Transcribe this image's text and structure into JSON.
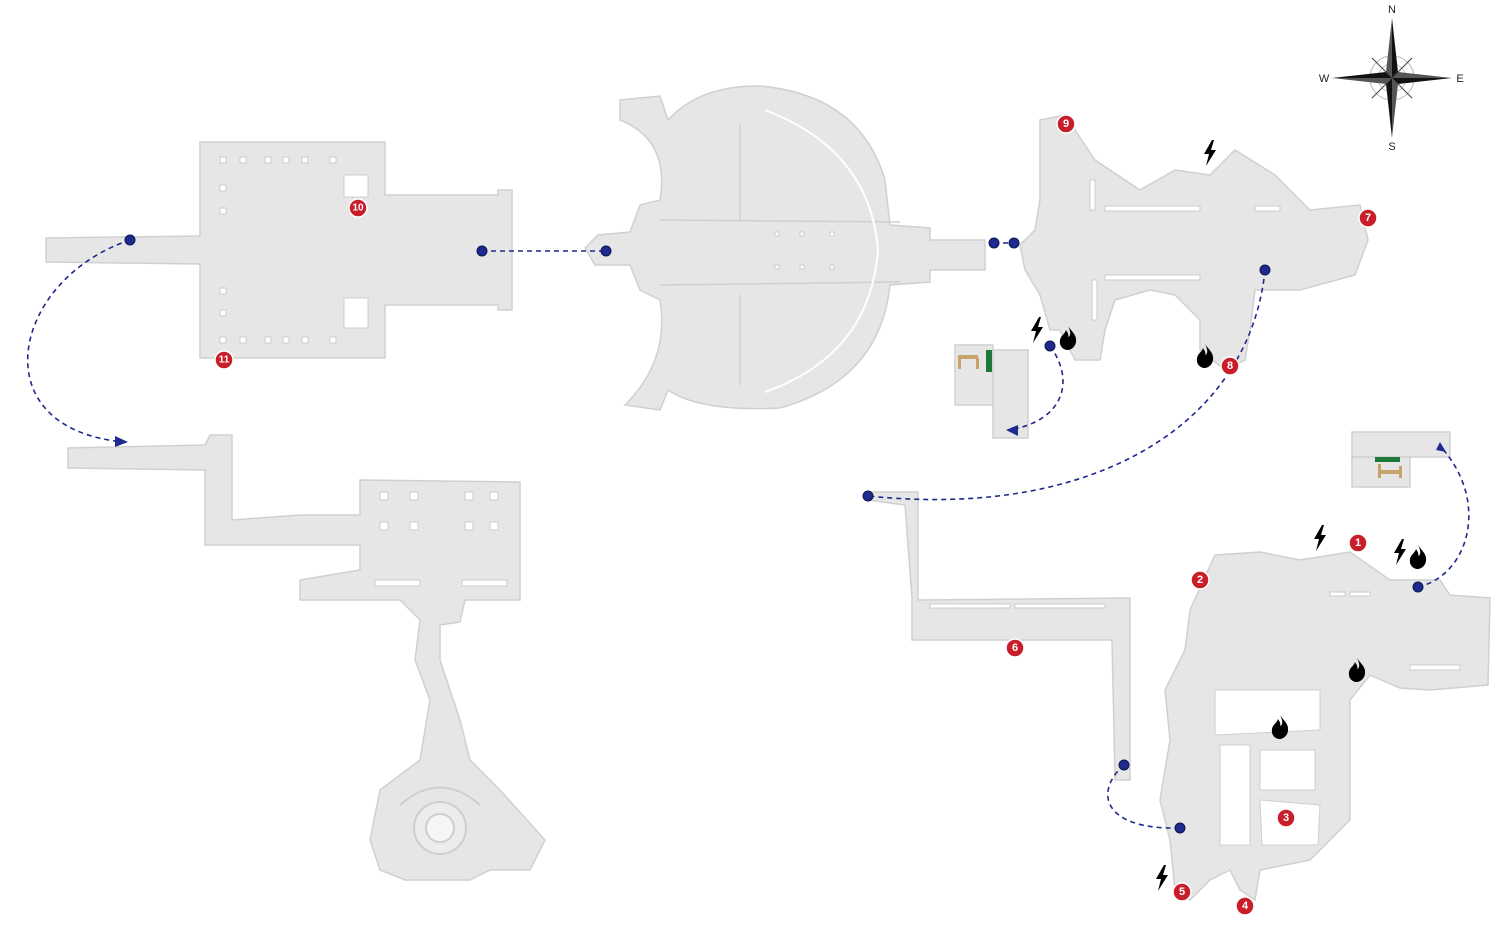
{
  "compass": {
    "north": "N",
    "south": "S",
    "east": "E",
    "west": "W"
  },
  "markers": [
    {
      "id": "marker-1",
      "label": "1"
    },
    {
      "id": "marker-2",
      "label": "2"
    },
    {
      "id": "marker-3",
      "label": "3"
    },
    {
      "id": "marker-4",
      "label": "4"
    },
    {
      "id": "marker-5",
      "label": "5"
    },
    {
      "id": "marker-6",
      "label": "6"
    },
    {
      "id": "marker-7",
      "label": "7"
    },
    {
      "id": "marker-8",
      "label": "8"
    },
    {
      "id": "marker-9",
      "label": "9"
    },
    {
      "id": "marker-10",
      "label": "10"
    },
    {
      "id": "marker-11",
      "label": "11"
    }
  ],
  "icons": {
    "hazard_fire": "fire-icon",
    "hazard_lightning": "lightning-icon",
    "hazard_ice": "snowflake-icon",
    "save_point": "bed-icon",
    "connection": "dot-node"
  },
  "colors": {
    "floor": "#e6e6e6",
    "marker": "#c81e2a",
    "path": "#1e2a8c",
    "fire": "#c81e2a",
    "lightning": "#f2e229",
    "ice": "#3f7fd1",
    "door": "#1b7a3a",
    "bed": "#c8a36a"
  }
}
